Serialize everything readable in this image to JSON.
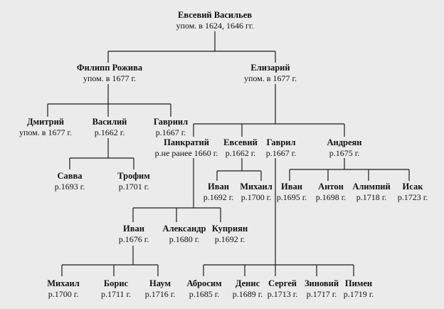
{
  "people": {
    "evseviy_sr": {
      "name": "Евсевий Васильев",
      "note": "упом. в 1624, 1646 гг."
    },
    "filipp": {
      "name": "Филипп Роживa",
      "note": "упом. в 1677 г."
    },
    "elizariy": {
      "name": "Елизарий",
      "note": "упом. в 1677 г."
    },
    "dmitriy": {
      "name": "Дмитрий",
      "note": "упом. в 1677 г."
    },
    "vasiliy": {
      "name": "Василий",
      "note": "р.1662 г."
    },
    "gavriil1": {
      "name": "Гавриил",
      "note": "р.1667 г."
    },
    "savva": {
      "name": "Савва",
      "note": "р.1693 г."
    },
    "trofim": {
      "name": "Трофим",
      "note": "р.1701 г."
    },
    "pankratiy": {
      "name": "Панкратий",
      "note": "р.не ранее 1660 г."
    },
    "evseviy": {
      "name": "Евсевий",
      "note": "р.1662 г."
    },
    "gavriil2": {
      "name": "Гаврил",
      "note": "р.1667 г."
    },
    "andreyan": {
      "name": "Андреян",
      "note": "р.1675 г."
    },
    "ivan_e": {
      "name": "Иван",
      "note": "р.1692 г."
    },
    "mikhail_e": {
      "name": "Михаил",
      "note": "р.1700 г."
    },
    "ivan_a": {
      "name": "Иван",
      "note": "р.1695 г."
    },
    "anton": {
      "name": "Антон",
      "note": "р.1698 г."
    },
    "alimpiy": {
      "name": "Алимпий",
      "note": "р.1718 г."
    },
    "isak": {
      "name": "Исак",
      "note": "р.1723 г."
    },
    "ivan_p": {
      "name": "Иван",
      "note": "р.1676 г."
    },
    "aleksandr": {
      "name": "Александр",
      "note": "р.1680 г."
    },
    "kupriyan": {
      "name": "Куприян",
      "note": "р.1692 г."
    },
    "mikhail_i": {
      "name": "Михаил",
      "note": "р.1700 г."
    },
    "boris": {
      "name": "Борис",
      "note": "р.1711 г."
    },
    "naum": {
      "name": "Наум",
      "note": "р.1716 г."
    },
    "abrosim": {
      "name": "Абросим",
      "note": "р.1685 г."
    },
    "denis": {
      "name": "Денис",
      "note": "р.1689 г."
    },
    "sergey": {
      "name": "Сергей",
      "note": "р.1713 г."
    },
    "zinoviy": {
      "name": "Зиновий",
      "note": "р.1717 г."
    },
    "pimen": {
      "name": "Пимен",
      "note": "р.1719 г."
    }
  },
  "colors": {
    "background": "#ebebeb",
    "line": "#1a1a1a",
    "text": "#111111"
  }
}
